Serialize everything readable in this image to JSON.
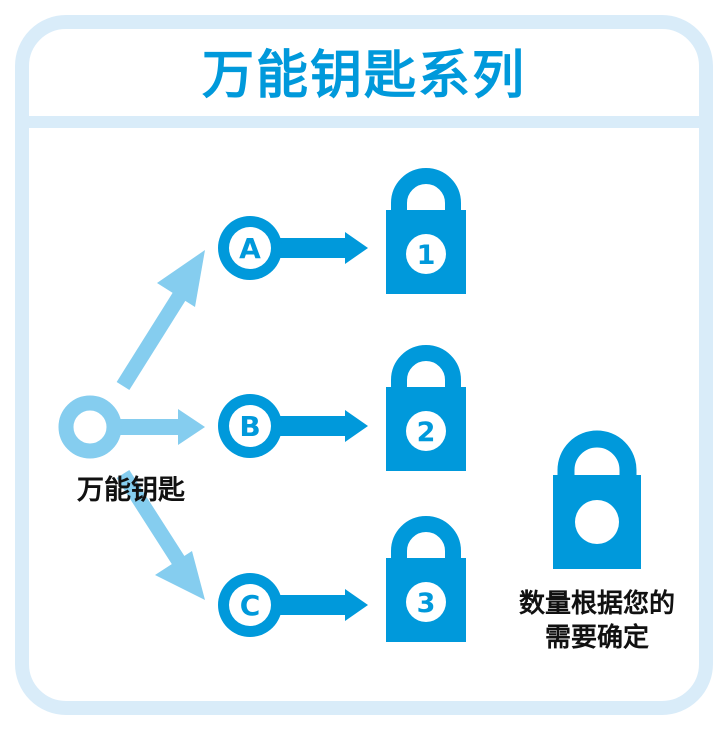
{
  "title": "万能钥匙系列",
  "master_key": {
    "label": "万能钥匙"
  },
  "keys": [
    {
      "letter": "A",
      "lock_number": "1"
    },
    {
      "letter": "B",
      "lock_number": "2"
    },
    {
      "letter": "C",
      "lock_number": "3"
    }
  ],
  "note": {
    "line1": "数量根据您的",
    "line2": "需要确定"
  },
  "colors": {
    "primary_blue": "#0099db",
    "light_blue": "#85cdef",
    "frame": "#d9ecf9",
    "title_text": "#0099db",
    "label_text": "#111111",
    "white": "#ffffff"
  }
}
